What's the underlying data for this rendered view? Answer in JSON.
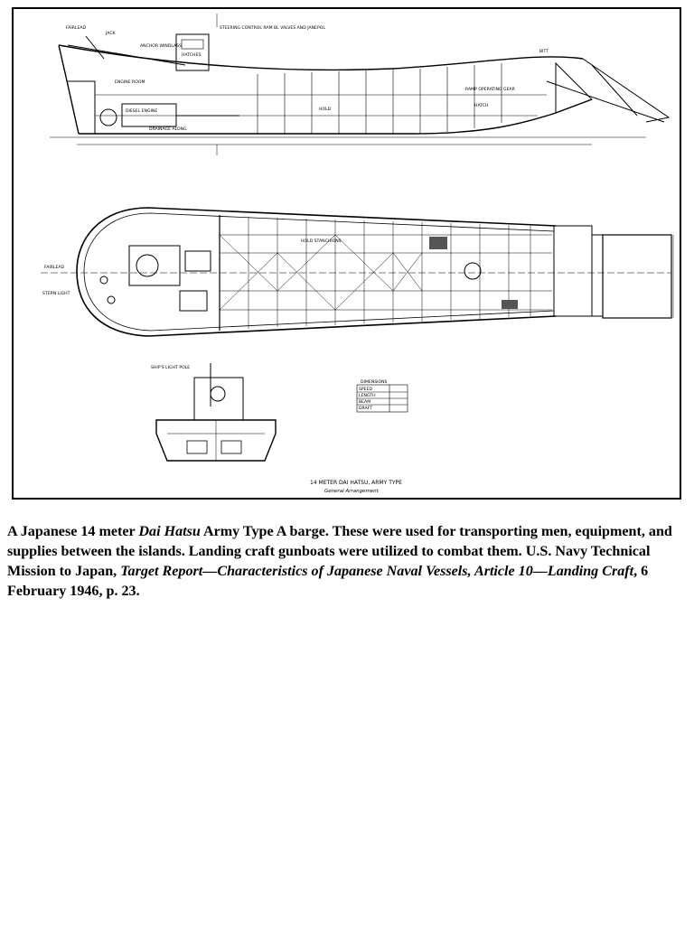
{
  "figure": {
    "drawing_labels": {
      "fairlead": "FAIRLEAD",
      "jack": "JACK",
      "anchor_windlass": "ANCHOR WINDLASS",
      "hatches": "HATCHES",
      "steering_control": "STEERING CONTROL RAM BL VALVES AND JANEPOL",
      "engine_room": "ENGINE ROOM",
      "diesel_engine": "DIESEL ENGINE",
      "drainage": "DRAINAGE ALONG",
      "hold": "HOLD",
      "ramp_operating_gear": "RAMP OPERATING GEAR",
      "hatch": "HATCH",
      "bitt": "BITT",
      "fairlead_plan": "FAIRLEAD",
      "stern_light": "STERN LIGHT",
      "hold_stanchions": "HOLD STANCHIONS",
      "ships_light_pole": "SHIP'S LIGHT POLE",
      "dimensions_title": "DIMENSIONS",
      "dimensions_rows": [
        "SPEED",
        "LENGTH",
        "BEAM",
        "DRAFT"
      ],
      "title_line1": "14 METER DAI HATSU, ARMY TYPE",
      "title_line2": "General Arrangement"
    }
  },
  "caption": {
    "part1": "A Japanese 14 meter ",
    "italic1": "Dai Hatsu",
    "part2": " Army Type A barge. These were used for transporting men, equipment, and supplies between the islands. Landing craft gunboats were utilized to combat them. U.S. Navy Technical Mission to Japan, ",
    "italic2": "Target Report—Characteristics of Japanese Naval Vessels, Article 10—Landing Craft",
    "part3": ", 6 February 1946, p. 23."
  }
}
